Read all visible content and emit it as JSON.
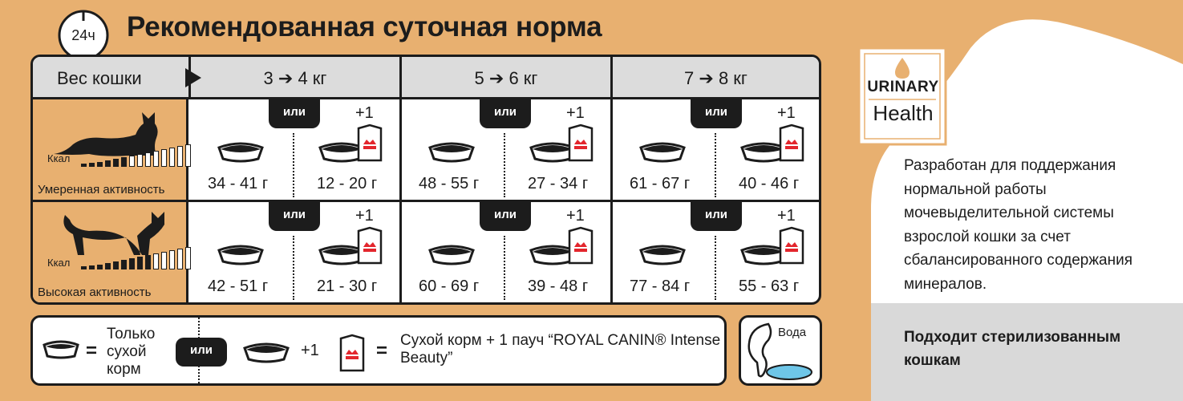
{
  "header": {
    "clock_label": "24ч",
    "title": "Рекомендованная суточная норма"
  },
  "table": {
    "weight_label": "Вес кошки",
    "weights": [
      "3 ➔ 4 кг",
      "5 ➔ 6 кг",
      "7 ➔ 8 кг"
    ],
    "or_label": "или",
    "plus_label": "+1",
    "kcal_label": "Ккал",
    "rows": [
      {
        "activity": "Умеренная активность",
        "doses": [
          {
            "dry": "34 - 41 г",
            "mixed": "12 - 20 г"
          },
          {
            "dry": "48 - 55 г",
            "mixed": "27 - 34 г"
          },
          {
            "dry": "61 - 67 г",
            "mixed": "40 - 46 г"
          }
        ]
      },
      {
        "activity": "Высокая активность",
        "doses": [
          {
            "dry": "42 - 51 г",
            "mixed": "21 - 30 г"
          },
          {
            "dry": "60 - 69 г",
            "mixed": "39 - 48 г"
          },
          {
            "dry": "77 - 84 г",
            "mixed": "55 - 63 г"
          }
        ]
      }
    ]
  },
  "legend": {
    "equals": "=",
    "dry_only": "Только сухой корм",
    "or_label": "или",
    "plus_label": "+1",
    "mixed_desc": "Сухой корм + 1 пауч “ROYAL CANIN® Intense Beauty”",
    "water_label": "Вода"
  },
  "side": {
    "badge_line1": "URINARY",
    "badge_line2": "Health",
    "description": "Разработан для поддержания нормальной работы мочевыделительной системы взрослой кошки за счет сбалансированного содержания минералов.",
    "sterilized": "Подходит стерилизованным кошкам"
  },
  "colors": {
    "background": "#e8b070",
    "dark": "#1c1c1c",
    "header_gray": "#dcdcdc",
    "brand_red": "#e3262d",
    "water_blue": "#6ec6e8"
  }
}
